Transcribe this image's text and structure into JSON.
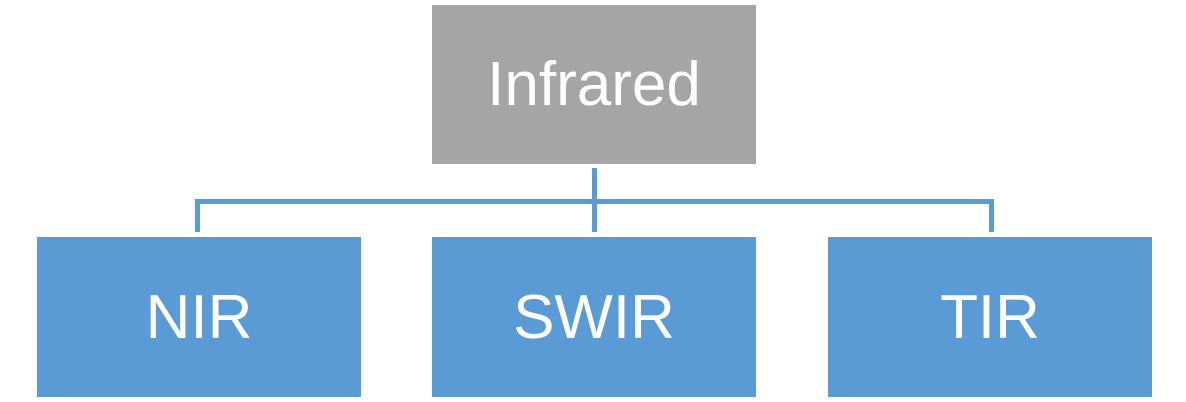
{
  "root": {
    "label": "Infrared",
    "color": "#a5a5a5"
  },
  "children": [
    {
      "label": "NIR"
    },
    {
      "label": "SWIR"
    },
    {
      "label": "TIR"
    }
  ],
  "colors": {
    "child_fill": "#5b9bd5",
    "connector": "#5b9bd5",
    "text": "#ffffff",
    "background": "#ffffff"
  }
}
